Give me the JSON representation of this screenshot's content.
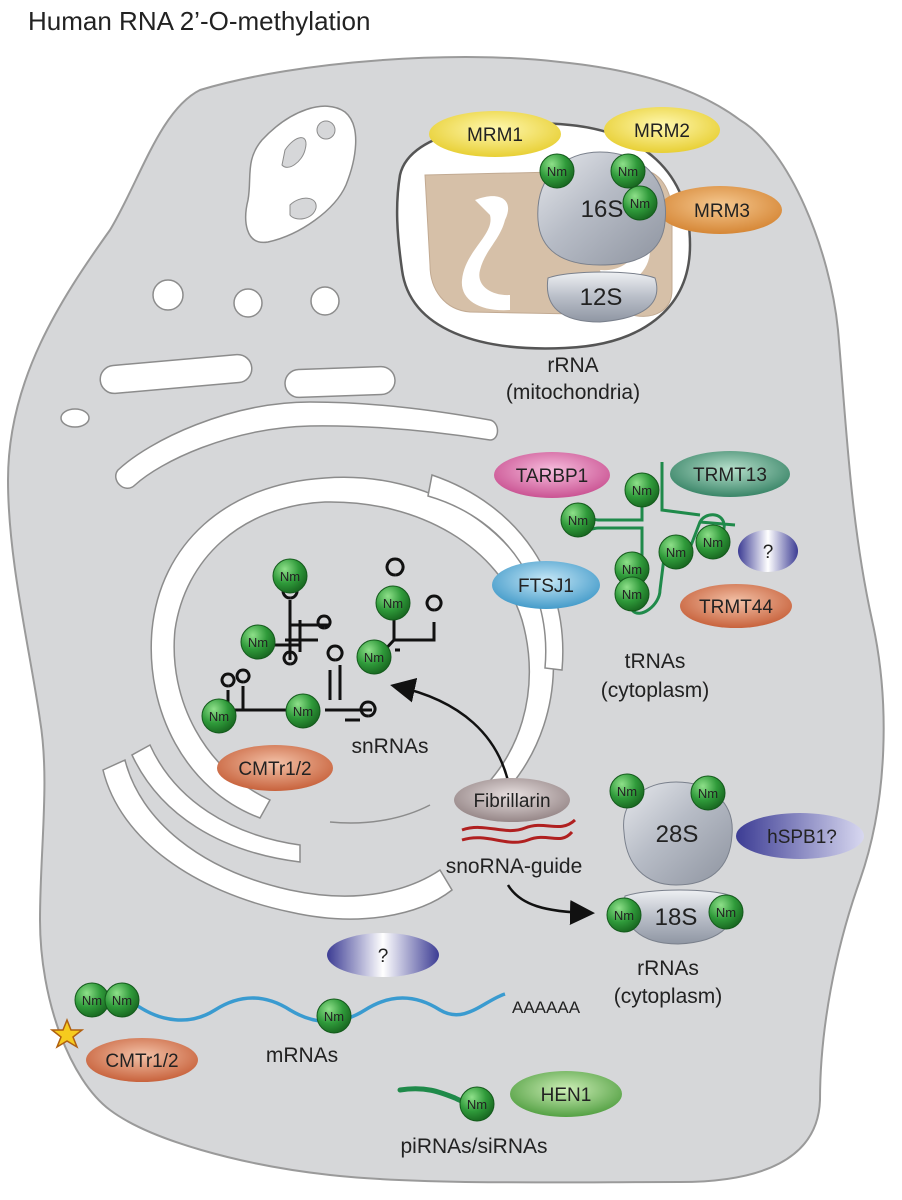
{
  "title": "Human RNA 2’-O-methylation",
  "labels": {
    "mito_l1": "rRNA",
    "mito_l2": "(mitochondria)",
    "trna_l1": "tRNAs",
    "trna_l2": "(cytoplasm)",
    "cyto_rrna_l1": "rRNAs",
    "cyto_rrna_l2": "(cytoplasm)",
    "snrnas": "snRNAs",
    "snorna_guide": "snoRNA-guide",
    "mrnas": "mRNAs",
    "pirnas": "piRNAs/siRNAs",
    "polya": "AAAAAA"
  },
  "ribosomes": {
    "mito_large": "16S",
    "mito_small": "12S",
    "cyto_large": "28S",
    "cyto_small": "18S"
  },
  "enzymes": {
    "mrm1": "MRM1",
    "mrm2": "MRM2",
    "mrm3": "MRM3",
    "tarbp1": "TARBP1",
    "trmt13": "TRMT13",
    "ftsj1": "FTSJ1",
    "unknown_trna": "?",
    "trmt44": "TRMT44",
    "cmtr_nucleus": "CMTr1/2",
    "fibrillarin": "Fibrillarin",
    "hspb1": "hSPB1?",
    "unknown_mrna": "?",
    "cmtr_mrna": "CMTr1/2",
    "hen1": "HEN1"
  },
  "methyl_mark": "Nm",
  "colors": {
    "cell": "#d6d7d9",
    "mrm1": "#f2e14a",
    "mrm2": "#f0d84e",
    "mrm3": "#e29a4a",
    "tarbp1": "#d9629f",
    "trmt13": "#3f8f70",
    "ftsj1": "#4aa8d6",
    "trmt44": "#d66d43",
    "cmtr": "#cc7150",
    "hen1": "#5aa84a",
    "unknown": "#5a5aa8",
    "hspb1": "#5a5aa8",
    "fibrillarin": "#a39595",
    "nm": "#2f9a3a",
    "rna_blue": "#3a9bd0",
    "trna_green": "#1f8a4a",
    "snorna_red": "#b02020",
    "matrix": "#d6c0a8"
  }
}
